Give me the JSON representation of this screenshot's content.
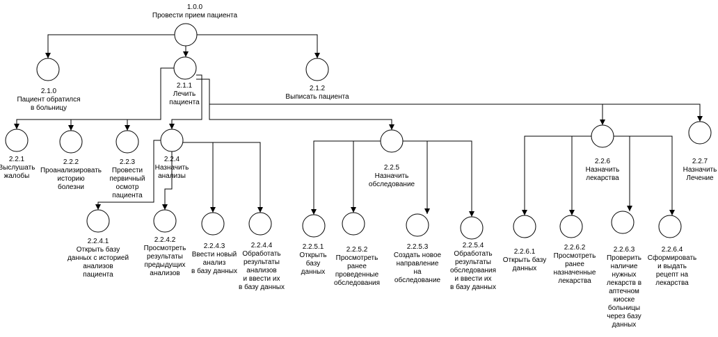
{
  "nodes": [
    {
      "id": "1.0.0",
      "name": "node-1-0-0",
      "lines": [
        "1.0.0",
        "Провести прием пациента"
      ]
    },
    {
      "id": "2.1.0",
      "name": "node-2-1-0",
      "lines": [
        "2.1.0",
        "Пациент обратился",
        "в больницу"
      ]
    },
    {
      "id": "2.1.1",
      "name": "node-2-1-1",
      "lines": [
        "2.1.1",
        "Лечить",
        "пациента"
      ]
    },
    {
      "id": "2.1.2",
      "name": "node-2-1-2",
      "lines": [
        "2.1.2",
        "Выписать пациента"
      ]
    },
    {
      "id": "2.2.1",
      "name": "node-2-2-1",
      "lines": [
        "2.2.1",
        "Выслушать",
        "жалобы"
      ]
    },
    {
      "id": "2.2.2",
      "name": "node-2-2-2",
      "lines": [
        "2.2.2",
        "Проанализировать",
        "историю",
        "болезни"
      ]
    },
    {
      "id": "2.2.3",
      "name": "node-2-2-3",
      "lines": [
        "2.2.3",
        "Провести",
        "первичный",
        "осмотр",
        "пациента"
      ]
    },
    {
      "id": "2.2.4",
      "name": "node-2-2-4",
      "lines": [
        "2.2.4",
        "Назначить",
        "анализы"
      ]
    },
    {
      "id": "2.2.5",
      "name": "node-2-2-5",
      "lines": [
        "2.2.5",
        "Назначить",
        "обследование"
      ]
    },
    {
      "id": "2.2.6",
      "name": "node-2-2-6",
      "lines": [
        "2.2.6",
        "Назначить",
        "лекарства"
      ]
    },
    {
      "id": "2.2.7",
      "name": "node-2-2-7",
      "lines": [
        "2.2.7",
        "Назначить",
        "Лечение"
      ]
    },
    {
      "id": "2.2.4.1",
      "name": "node-2-2-4-1",
      "lines": [
        "2.2.4.1",
        "Открыть базу",
        "данных с историей",
        "анализов",
        "пациента"
      ]
    },
    {
      "id": "2.2.4.2",
      "name": "node-2-2-4-2",
      "lines": [
        "2.2.4.2",
        "Просмотреть",
        "результаты",
        "предыдущих",
        "анализов"
      ]
    },
    {
      "id": "2.2.4.3",
      "name": "node-2-2-4-3",
      "lines": [
        "2.2.4.3",
        "Ввести новый",
        "анализ",
        "в базу данных"
      ]
    },
    {
      "id": "2.2.4.4",
      "name": "node-2-2-4-4",
      "lines": [
        "2.2.4.4",
        "Обработать",
        "результаты",
        "анализов",
        "и ввести их",
        "в базу данных"
      ]
    },
    {
      "id": "2.2.5.1",
      "name": "node-2-2-5-1",
      "lines": [
        "2.2.5.1",
        "Открыть",
        "базу",
        "данных"
      ]
    },
    {
      "id": "2.2.5.2",
      "name": "node-2-2-5-2",
      "lines": [
        "2.2.5.2",
        "Просмотреть",
        "ранее",
        "проведенные",
        "обследования"
      ]
    },
    {
      "id": "2.2.5.3",
      "name": "node-2-2-5-3",
      "lines": [
        "2.2.5.3",
        "Создать новое",
        "направление",
        "на",
        "обследование"
      ]
    },
    {
      "id": "2.2.5.4",
      "name": "node-2-2-5-4",
      "lines": [
        "2.2.5.4",
        "Обработать",
        "результаты",
        "обследования",
        "и ввести их",
        "в базу данных"
      ]
    },
    {
      "id": "2.2.6.1",
      "name": "node-2-2-6-1",
      "lines": [
        "2.2.6.1",
        "Открыть базу",
        "данных"
      ]
    },
    {
      "id": "2.2.6.2",
      "name": "node-2-2-6-2",
      "lines": [
        "2.2.6.2",
        "Просмотреть",
        "ранее",
        "назначенные",
        "лекарства"
      ]
    },
    {
      "id": "2.2.6.3",
      "name": "node-2-2-6-3",
      "lines": [
        "2.2.6.3",
        "Проверить",
        "наличие",
        "нужных",
        "лекарств в",
        "аптечном",
        "киоске",
        "больницы",
        "через базу",
        "данных"
      ]
    },
    {
      "id": "2.2.6.4",
      "name": "node-2-2-6-4",
      "lines": [
        "2.2.6.4",
        "Сформировать",
        "и выдать",
        "рецепт на",
        "лекарства"
      ]
    }
  ],
  "edges": [
    {
      "from": "1.0.0",
      "to": "2.1.0"
    },
    {
      "from": "1.0.0",
      "to": "2.1.1"
    },
    {
      "from": "1.0.0",
      "to": "2.1.2"
    },
    {
      "from": "2.1.1",
      "to": "2.2.1"
    },
    {
      "from": "2.1.1",
      "to": "2.2.2"
    },
    {
      "from": "2.1.1",
      "to": "2.2.3"
    },
    {
      "from": "2.1.1",
      "to": "2.2.4"
    },
    {
      "from": "2.1.1",
      "to": "2.2.5"
    },
    {
      "from": "2.1.1",
      "to": "2.2.6"
    },
    {
      "from": "2.1.1",
      "to": "2.2.7"
    },
    {
      "from": "2.2.4",
      "to": "2.2.4.1"
    },
    {
      "from": "2.2.4",
      "to": "2.2.4.2"
    },
    {
      "from": "2.2.4",
      "to": "2.2.4.3"
    },
    {
      "from": "2.2.4",
      "to": "2.2.4.4"
    },
    {
      "from": "2.2.5",
      "to": "2.2.5.1"
    },
    {
      "from": "2.2.5",
      "to": "2.2.5.2"
    },
    {
      "from": "2.2.5",
      "to": "2.2.5.3"
    },
    {
      "from": "2.2.5",
      "to": "2.2.5.4"
    },
    {
      "from": "2.2.6",
      "to": "2.2.6.1"
    },
    {
      "from": "2.2.6",
      "to": "2.2.6.2"
    },
    {
      "from": "2.2.6",
      "to": "2.2.6.3"
    },
    {
      "from": "2.2.6",
      "to": "2.2.6.4"
    }
  ],
  "colors": {
    "stroke": "#000000",
    "fill": "#ffffff",
    "text": "#000000"
  }
}
